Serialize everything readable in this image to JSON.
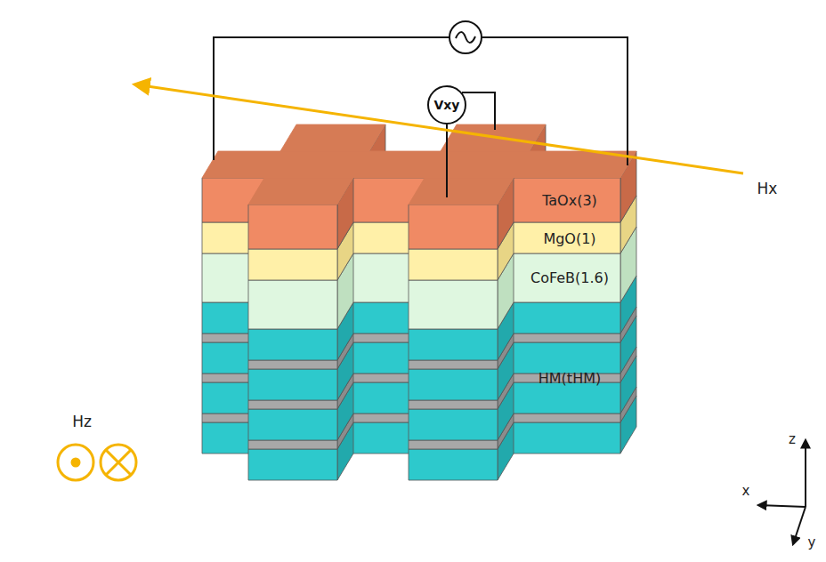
{
  "diagram": {
    "nodes": [
      {
        "text": [
          "Vxy"
        ]
      }
    ],
    "labels": [
      "TaOx(3)",
      "MgO(1)",
      "CoFeB(1.6)",
      "HM(tHM)",
      "Hx",
      "Hz",
      "x",
      "y",
      "z"
    ]
  }
}
